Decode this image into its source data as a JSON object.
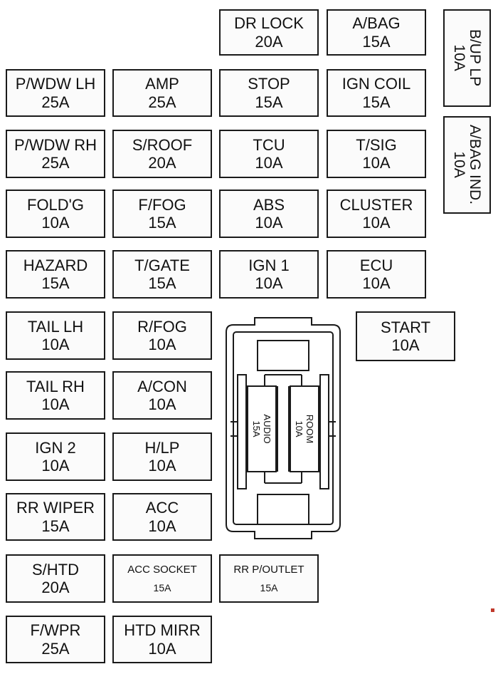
{
  "fuses": [
    {
      "id": "dr-lock",
      "name": "DR LOCK",
      "amp": "20A"
    },
    {
      "id": "a-bag",
      "name": "A/BAG",
      "amp": "15A"
    },
    {
      "id": "b-up-lp",
      "name": "B/UP LP",
      "amp": "10A"
    },
    {
      "id": "p-wdw-lh",
      "name": "P/WDW LH",
      "amp": "25A"
    },
    {
      "id": "amp",
      "name": "AMP",
      "amp": "25A"
    },
    {
      "id": "stop",
      "name": "STOP",
      "amp": "15A"
    },
    {
      "id": "ign-coil",
      "name": "IGN COIL",
      "amp": "15A"
    },
    {
      "id": "a-bag-ind",
      "name": "A/BAG IND.",
      "amp": "10A"
    },
    {
      "id": "p-wdw-rh",
      "name": "P/WDW RH",
      "amp": "25A"
    },
    {
      "id": "s-roof",
      "name": "S/ROOF",
      "amp": "20A"
    },
    {
      "id": "tcu",
      "name": "TCU",
      "amp": "10A"
    },
    {
      "id": "t-sig",
      "name": "T/SIG",
      "amp": "10A"
    },
    {
      "id": "fold-g",
      "name": "FOLD'G",
      "amp": "10A"
    },
    {
      "id": "f-fog",
      "name": "F/FOG",
      "amp": "15A"
    },
    {
      "id": "abs",
      "name": "ABS",
      "amp": "10A"
    },
    {
      "id": "cluster",
      "name": "CLUSTER",
      "amp": "10A"
    },
    {
      "id": "hazard",
      "name": "HAZARD",
      "amp": "15A"
    },
    {
      "id": "t-gate",
      "name": "T/GATE",
      "amp": "15A"
    },
    {
      "id": "ign-1",
      "name": "IGN 1",
      "amp": "10A"
    },
    {
      "id": "ecu",
      "name": "ECU",
      "amp": "10A"
    },
    {
      "id": "tail-lh",
      "name": "TAIL LH",
      "amp": "10A"
    },
    {
      "id": "r-fog",
      "name": "R/FOG",
      "amp": "10A"
    },
    {
      "id": "start",
      "name": "START",
      "amp": "10A"
    },
    {
      "id": "tail-rh",
      "name": "TAIL RH",
      "amp": "10A"
    },
    {
      "id": "a-con",
      "name": "A/CON",
      "amp": "10A"
    },
    {
      "id": "ign-2",
      "name": "IGN 2",
      "amp": "10A"
    },
    {
      "id": "h-lp",
      "name": "H/LP",
      "amp": "10A"
    },
    {
      "id": "rr-wiper",
      "name": "RR WIPER",
      "amp": "15A"
    },
    {
      "id": "acc",
      "name": "ACC",
      "amp": "10A"
    },
    {
      "id": "s-htd",
      "name": "S/HTD",
      "amp": "20A"
    },
    {
      "id": "acc-socket",
      "name": "ACC SOCKET",
      "amp": "15A"
    },
    {
      "id": "rr-p-outlet",
      "name": "RR P/OUTLET",
      "amp": "15A"
    },
    {
      "id": "f-wpr",
      "name": "F/WPR",
      "amp": "25A"
    },
    {
      "id": "htd-mirr",
      "name": "HTD MIRR",
      "amp": "10A"
    }
  ],
  "relay_block": {
    "audio": {
      "name": "AUDIO",
      "amp": "15A"
    },
    "room": {
      "name": "ROOM",
      "amp": "10A"
    }
  }
}
